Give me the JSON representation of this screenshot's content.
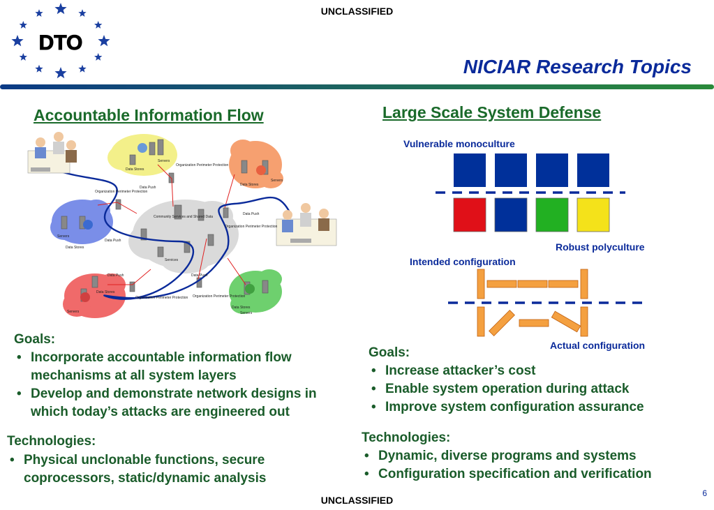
{
  "header": {
    "classification_top": "UNCLASSIFIED",
    "logo_text": "DTO",
    "title": "NICIAR Research Topics"
  },
  "left": {
    "heading": "Accountable Information Flow",
    "diagram_labels": {
      "servers_tl": "Servers",
      "data_stores_tl": "Data Stores",
      "data_push_tl": "Data Push",
      "org_perimeter_1": "Organization Perimeter Protection",
      "org_perimeter_2": "Organization Perimeter Protection",
      "org_perimeter_3": "Organization Perimeter Protection",
      "org_perimeter_4": "Organization Perimeter Protection",
      "org_perimeter_5": "Organization Perimeter Protection",
      "community": "Community Services and Shared Data",
      "services": "Services",
      "servers_l": "Servers",
      "data_stores_l": "Data Stores",
      "data_push_l": "Data Push",
      "servers_tr": "Servers",
      "data_stores_tr": "Data Stores",
      "data_push_r": "Data Push",
      "data_push_b": "Data Push",
      "data_stores_b": "Data Stores",
      "servers_b": "Servers",
      "data_push_br": "Data Push",
      "data_stores_br": "Data Stores",
      "servers_br": "Servers"
    },
    "goals_heading": "Goals:",
    "goals": [
      "Incorporate accountable information flow mechanisms at all system layers",
      "Develop and demonstrate network designs in which today’s attacks are engineered out"
    ],
    "tech_heading": "Technologies:",
    "technologies": [
      "Physical unclonable functions, secure coprocessors, static/dynamic analysis"
    ]
  },
  "right": {
    "heading": "Large Scale System Defense",
    "monoculture_label": "Vulnerable monoculture",
    "polyculture_label": "Robust polyculture",
    "intended_label": "Intended configuration",
    "actual_label": "Actual configuration",
    "mono_color": "#00309a",
    "poly_colors": [
      "#e01018",
      "#00309a",
      "#22b022",
      "#f4e21a"
    ],
    "config_color": "#f4a040",
    "goals_heading": "Goals:",
    "goals": [
      "Increase attacker’s cost",
      "Enable system operation during attack",
      "Improve system configuration assurance"
    ],
    "tech_heading": "Technologies:",
    "technologies": [
      "Dynamic, diverse programs and systems",
      "Configuration specification and verification"
    ]
  },
  "footer": {
    "classification_bottom": "UNCLASSIFIED",
    "page_number": "6"
  }
}
